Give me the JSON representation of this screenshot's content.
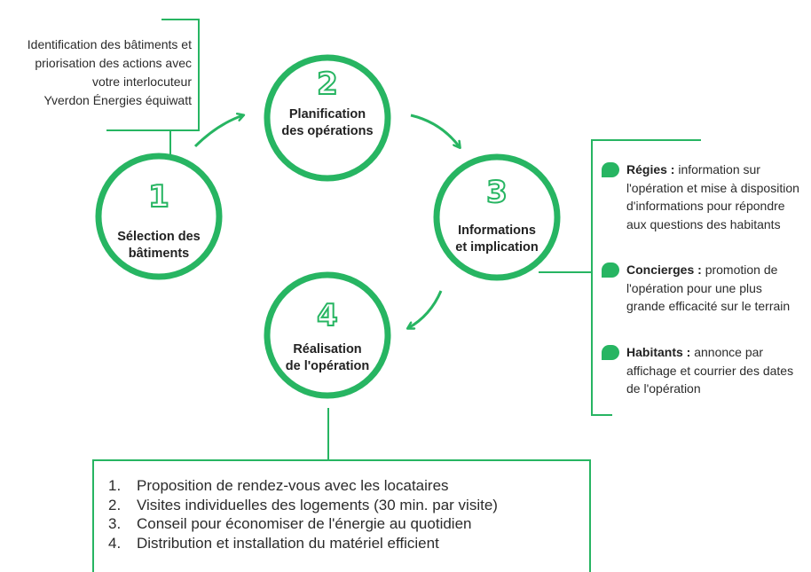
{
  "colors": {
    "accent": "#27b562",
    "text": "#2b2b2b"
  },
  "circles": [
    {
      "number": "1",
      "label_lines": [
        "Sélection des",
        "bâtiments"
      ]
    },
    {
      "number": "2",
      "label_lines": [
        "Planification",
        "des opérations"
      ]
    },
    {
      "number": "3",
      "label_lines": [
        "Informations",
        "et implication"
      ]
    },
    {
      "number": "4",
      "label_lines": [
        "Réalisation",
        "de l'opération"
      ]
    }
  ],
  "top_note_lines": [
    "Identification des bâtiments et",
    "priorisation des actions avec",
    "votre interlocuteur",
    "Yverdon Énergies équiwatt"
  ],
  "side_items": [
    {
      "title": "Régies :",
      "text": " information sur l'opération et mise à disposition d'informations pour répondre aux questions des habitants"
    },
    {
      "title": "Concierges :",
      "text": " promotion de l'opération pour une plus grande efficacité sur le terrain"
    },
    {
      "title": "Habitants :",
      "text": " annonce par affichage et courrier des dates de l'opération"
    }
  ],
  "steps": [
    {
      "n": "1.",
      "text": "Proposition de rendez-vous avec les locataires"
    },
    {
      "n": "2.",
      "text": "Visites individuelles des logements  (30 min. par visite)"
    },
    {
      "n": "3.",
      "text": "Conseil pour économiser de l'énergie au quotidien"
    },
    {
      "n": "4.",
      "text": "Distribution et installation du matériel efficient"
    }
  ]
}
